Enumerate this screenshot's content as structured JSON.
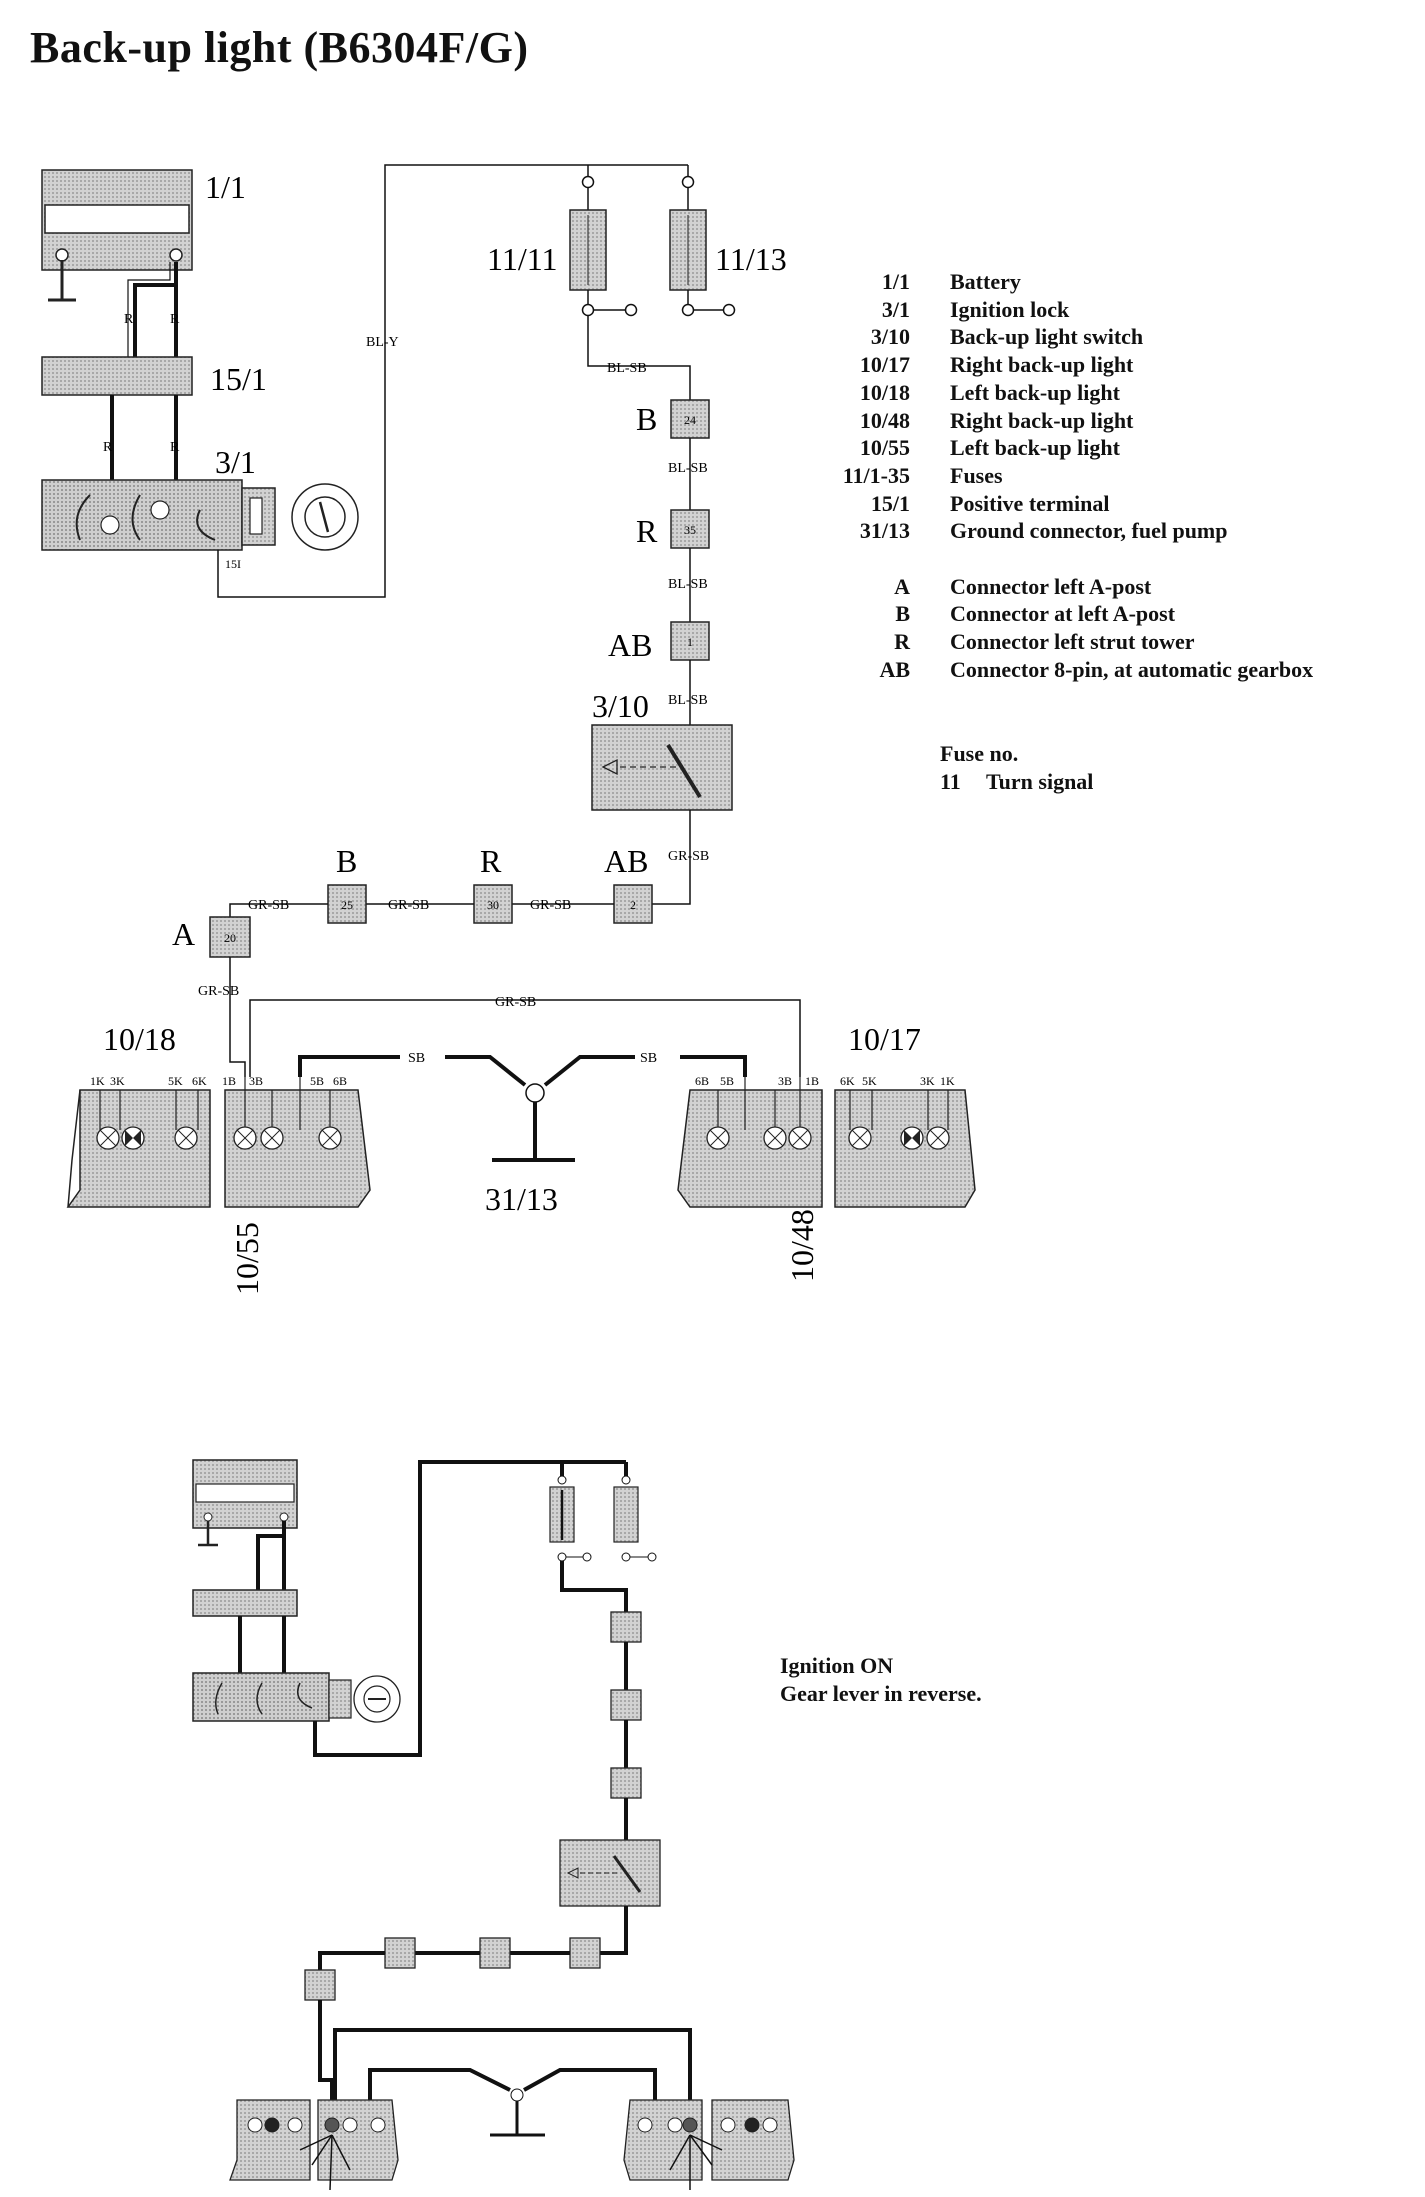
{
  "title": "Back-up light (B6304F/G)",
  "components": {
    "battery": "1/1",
    "fuse_11": "11/11",
    "fuse_13": "11/13",
    "positive_terminal": "15/1",
    "ignition_lock": "3/1",
    "ignition_terminal": "15I",
    "switch": "3/10",
    "left_light_outer": "10/18",
    "left_light_inner": "10/55",
    "right_light_outer": "10/17",
    "right_light_inner": "10/48",
    "ground": "31/13"
  },
  "wires": {
    "r": "R",
    "bl_y": "BL-Y",
    "bl_sb": "BL-SB",
    "gr_sb": "GR-SB",
    "sb": "SB"
  },
  "connectors": {
    "b_upper": {
      "label": "B",
      "pin": "24"
    },
    "r_upper": {
      "label": "R",
      "pin": "35"
    },
    "ab_upper": {
      "label": "AB",
      "pin": "1"
    },
    "ab_lower": {
      "label": "AB",
      "pin": "2"
    },
    "r_lower": {
      "label": "R",
      "pin": "30"
    },
    "b_lower": {
      "label": "B",
      "pin": "25"
    },
    "a_lower": {
      "label": "A",
      "pin": "20"
    }
  },
  "pins": {
    "p1k": "1K",
    "p3k": "3K",
    "p5k": "5K",
    "p6k": "6K",
    "p1b": "1B",
    "p3b": "3B",
    "p5b": "5B",
    "p6b": "6B"
  },
  "legend": [
    {
      "code": "1/1",
      "desc": "Battery"
    },
    {
      "code": "3/1",
      "desc": "Ignition lock"
    },
    {
      "code": "3/10",
      "desc": "Back-up light switch"
    },
    {
      "code": "10/17",
      "desc": "Right back-up light"
    },
    {
      "code": "10/18",
      "desc": "Left back-up light"
    },
    {
      "code": "10/48",
      "desc": "Right back-up light"
    },
    {
      "code": "10/55",
      "desc": "Left back-up light"
    },
    {
      "code": "11/1-35",
      "desc": "Fuses"
    },
    {
      "code": "15/1",
      "desc": "Positive terminal"
    },
    {
      "code": "31/13",
      "desc": "Ground connector, fuel pump"
    },
    {
      "code": "A",
      "desc": "Connector left A-post"
    },
    {
      "code": "B",
      "desc": "Connector at left A-post"
    },
    {
      "code": "R",
      "desc": "Connector left strut tower"
    },
    {
      "code": "AB",
      "desc": "Connector 8-pin, at automatic gearbox"
    }
  ],
  "fuse_note": {
    "heading": "Fuse no.",
    "number": "11",
    "text": "Turn signal"
  },
  "state_note": {
    "line1": "Ignition ON",
    "line2": "Gear lever in reverse."
  }
}
